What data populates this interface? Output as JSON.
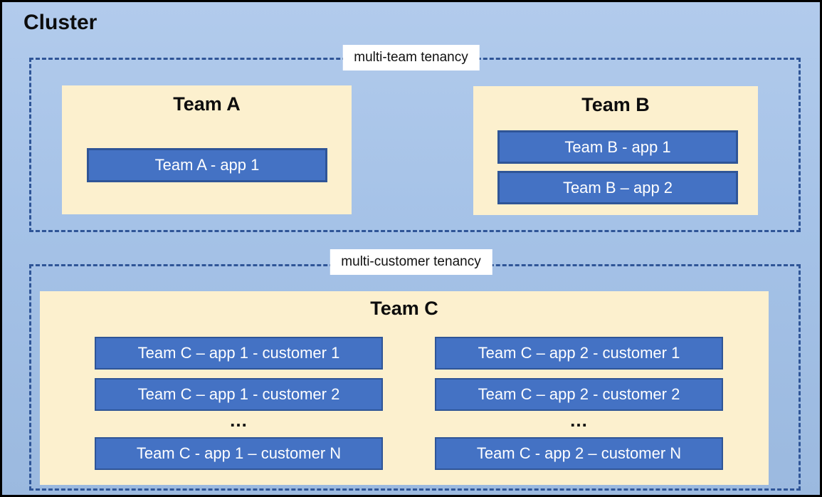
{
  "cluster": {
    "title": "Cluster"
  },
  "multi_team": {
    "label": "multi-team tenancy",
    "team_a": {
      "title": "Team A",
      "app1": "Team A - app 1"
    },
    "team_b": {
      "title": "Team B",
      "app1": "Team B - app 1",
      "app2": "Team B – app 2"
    }
  },
  "multi_customer": {
    "label": "multi-customer tenancy",
    "team_c": {
      "title": "Team C",
      "col1": {
        "row1": "Team C – app 1 - customer 1",
        "row2": "Team C – app 1 - customer 2",
        "ellipsis": "...",
        "rowN": "Team C - app 1 – customer N"
      },
      "col2": {
        "row1": "Team C – app 2 - customer 1",
        "row2": "Team C – app 2 - customer 2",
        "ellipsis": "...",
        "rowN": "Team C - app 2 – customer N"
      }
    }
  },
  "colors": {
    "cluster_background_top": "#b2cbec",
    "cluster_background_bottom": "#9bb9df",
    "team_panel_fill": "#fcf0ce",
    "app_box_fill": "#4472c4",
    "app_box_border": "#2f5597",
    "dashed_group_border": "#2f5597",
    "tenancy_label_background": "#ffffff",
    "title_text": "#0d0d0d",
    "app_box_text": "#ffffff",
    "outer_frame": "#000000"
  }
}
